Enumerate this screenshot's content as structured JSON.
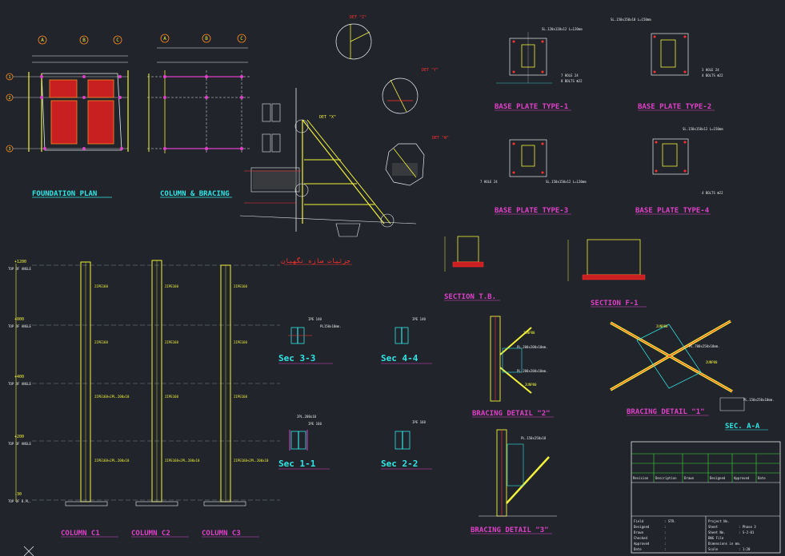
{
  "drawing_titles": {
    "foundation_plan": "FOUNDATION   PLAN",
    "column_bracing": "COLUMN & BRACING",
    "base_plate_1": "BASE PLATE TYPE-1",
    "base_plate_2": "BASE PLATE TYPE-2",
    "base_plate_3": "BASE PLATE TYPE-3",
    "base_plate_4": "BASE PLATE TYPE-4",
    "section_tb": "SECTION  T.B.",
    "section_f1": "SECTION F-1",
    "bracing_detail_2": "BRACING DETAIL \"2\"",
    "bracing_detail_1": "BRACING DETAIL \"1\"",
    "bracing_detail_3": "BRACING DETAIL \"3\"",
    "sec_aa": "SEC. A-A",
    "column_c1": "COLUMN  C1",
    "column_c2": "COLUMN  C2",
    "column_c3": "COLUMN  C3",
    "persian_title": "جزئیات سازه نگهبان"
  },
  "sections": {
    "s33": "Sec  3-3",
    "s44": "Sec  4-4",
    "s11": "Sec  1-1",
    "s22": "Sec  2-2"
  },
  "section_labels": {
    "ipe140": "IPE 140",
    "pl150x10": "PL150x10mm.",
    "ipe140b": "IPE 140",
    "pl200x10": "2PL.200x10",
    "ipe160": "IPE 160",
    "ipe160b": "IPE 160"
  },
  "details": {
    "det_z": "DET \"Z\"",
    "det_x": "DET \"X\"",
    "det_y": "DET \"Y\"",
    "det_w": "DET \"W\""
  },
  "grid_letters": {
    "a": "A",
    "b": "B",
    "c": "C",
    "a2": "A",
    "b2": "B",
    "c2": "C"
  },
  "grid_numbers": {
    "n1": "1",
    "n2": "2",
    "n3": "3"
  },
  "elevations": {
    "e1": "+1200",
    "e1b": "TOP OF ANGLE",
    "e2": "+800",
    "e2b": "TOP OF ANGLE",
    "e3": "+400",
    "e3b": "TOP OF ANGLE",
    "e4": "+200",
    "e4b": "TOP OF ANGLE",
    "e5": "-30",
    "e5b": "TOP OF B.PL."
  },
  "column_labels": {
    "p1": "2IPE160",
    "p2": "2IPE160",
    "p3": "2IPE160",
    "p4": "2IPE160",
    "p5": "2IPE160",
    "p6": "2IPE160",
    "p7": "2IPE160+2PL.200x10",
    "p8": "2IPE160",
    "p9": "2IPE160",
    "p10": "2IPE160+2PL.200x10",
    "p11": "2IPE160+2PL.200x10",
    "p12": "2IPE160+2PL.200x10"
  },
  "base_plate_notes": {
    "bp1a": "SL.120x120x12 L=120mm",
    "bp1b": "7 HOLE 24",
    "bp1c": "8 BOLTS Φ22",
    "bp2a": "SL.150x150x10 L=150mm",
    "bp2b": "3 HOLE 24",
    "bp2c": "4 BOLTS Φ22",
    "bp3a": "SL.150x150x12 L=120mm",
    "bp3b": "7 HOLE 24",
    "bp4a": "SL.150x150x12 L=150mm",
    "bp4b": "4 BOLTS Φ22"
  },
  "bracing_notes": {
    "b1": "2UNP80",
    "b2": "PL.200x200x10mm.",
    "b3": "PL.200x200x10mm.",
    "b4": "2UNP80",
    "b5": "2UNP80",
    "b6": "PL.700x250x10mm.",
    "b7": "2UNP80",
    "b8": "PL.150x250x10",
    "b9": "PL.150x250x10mm."
  },
  "title_block": {
    "headers": [
      "Revision",
      "Description",
      "Drawn",
      "Designed",
      "Approved",
      "Date"
    ],
    "left": [
      {
        "k": "Field",
        "v": ": STR."
      },
      {
        "k": "Designed",
        "v": ":"
      },
      {
        "k": "Drawn",
        "v": ":"
      },
      {
        "k": "Checked",
        "v": ":"
      },
      {
        "k": "Approved",
        "v": ":"
      },
      {
        "k": "Date",
        "v": ":"
      }
    ],
    "right": [
      {
        "k": "Project No.",
        "v": ""
      },
      {
        "k": "Sheet",
        "v": ": Phase 3"
      },
      {
        "k": "Sheet No.",
        "v": ": S-2-01"
      },
      {
        "k": "DWG File",
        "v": ""
      },
      {
        "k": "Dimensions in mm.",
        "v": ""
      },
      {
        "k": "Scale",
        "v": ": 1:20"
      }
    ]
  },
  "colors": {
    "yellow": "#f2f23a",
    "cyan": "#2ee6e6",
    "magenta": "#e040c8",
    "red": "#ff3030",
    "green": "#38e038",
    "white": "#e8e8e8",
    "orange": "#ff8a1e",
    "bg": "#21252b"
  }
}
